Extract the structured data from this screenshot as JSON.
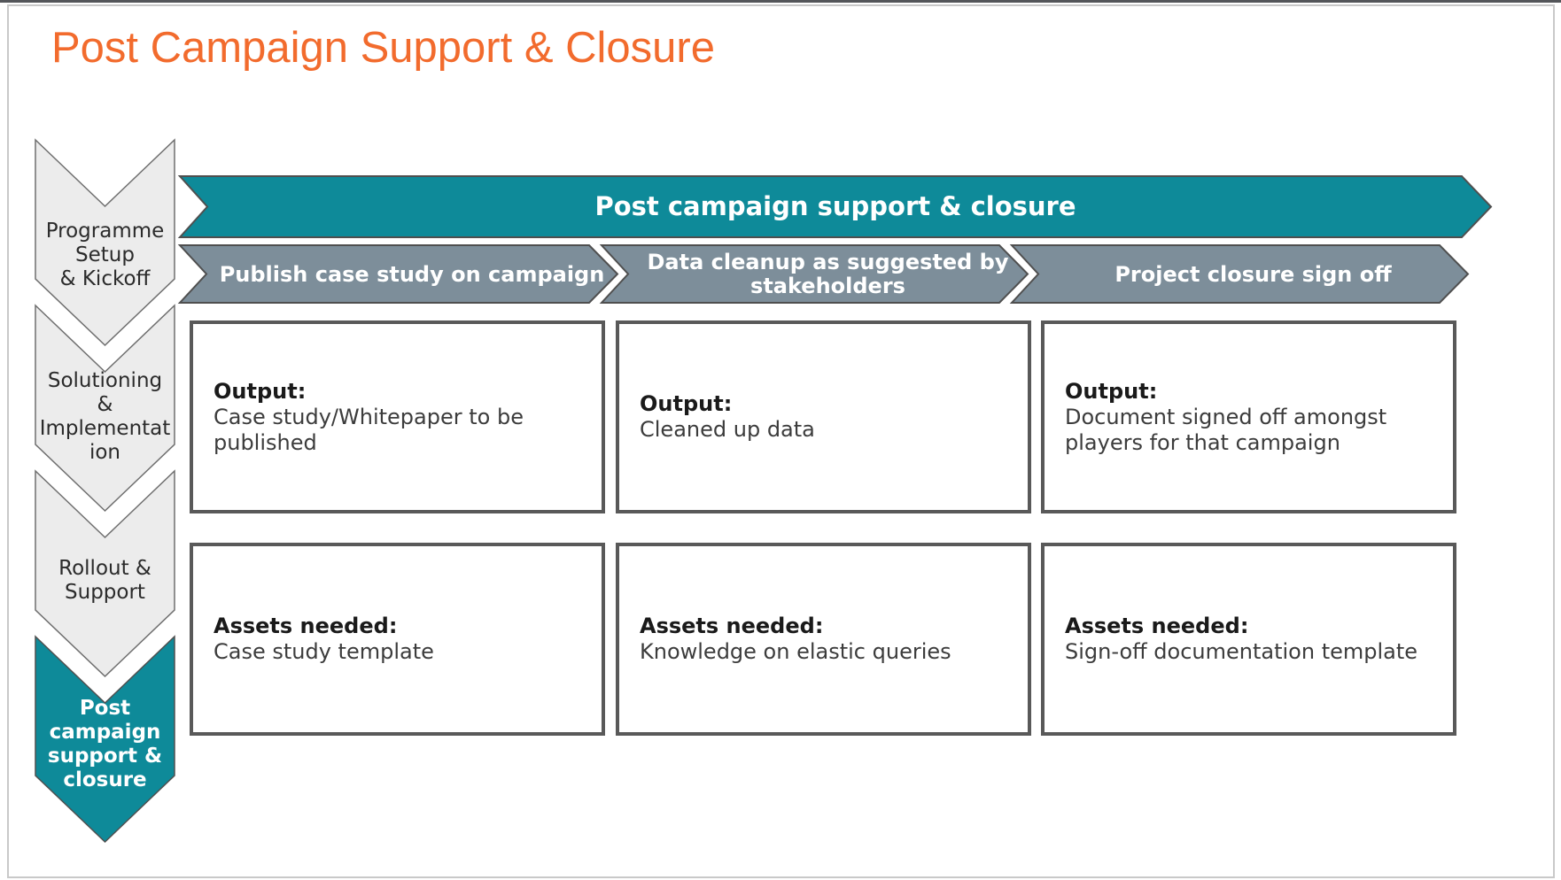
{
  "title": "Post Campaign Support & Closure",
  "colors": {
    "accent_orange": "#F26B2D",
    "teal": "#0E8A99",
    "slate_gray": "#7D8E9A",
    "stage_light_gray": "#ECECEC",
    "stage_border": "#6E6E6E",
    "arrow_border": "#4F4F4F",
    "box_border": "#595959",
    "frame_border": "#C9C9C9",
    "top_bar": "#54565A",
    "white": "#FFFFFF",
    "text_dark": "#2B2B2B"
  },
  "sidebar": {
    "stages": [
      {
        "label": "Programme\nSetup\n& Kickoff",
        "active": false
      },
      {
        "label": "Solutioning\n&\nImplementat\nion",
        "active": false
      },
      {
        "label": "Rollout &\nSupport",
        "active": false
      },
      {
        "label": "Post\ncampaign\nsupport &\nclosure",
        "active": true
      }
    ]
  },
  "banner": {
    "label": "Post campaign support & closure"
  },
  "columns": [
    {
      "header": "Publish case study on campaign",
      "output_label": "Output:",
      "output_text": "Case study/Whitepaper to be\npublished",
      "assets_label": "Assets needed:",
      "assets_text": "Case study template"
    },
    {
      "header": "Data cleanup as suggested by\nstakeholders",
      "output_label": "Output:",
      "output_text": "Cleaned up data",
      "assets_label": "Assets needed:",
      "assets_text": "Knowledge on elastic queries"
    },
    {
      "header": "Project closure sign off",
      "output_label": "Output:",
      "output_text": "Document signed off amongst\nplayers for that campaign",
      "assets_label": "Assets needed:",
      "assets_text": "Sign-off documentation template"
    }
  ]
}
